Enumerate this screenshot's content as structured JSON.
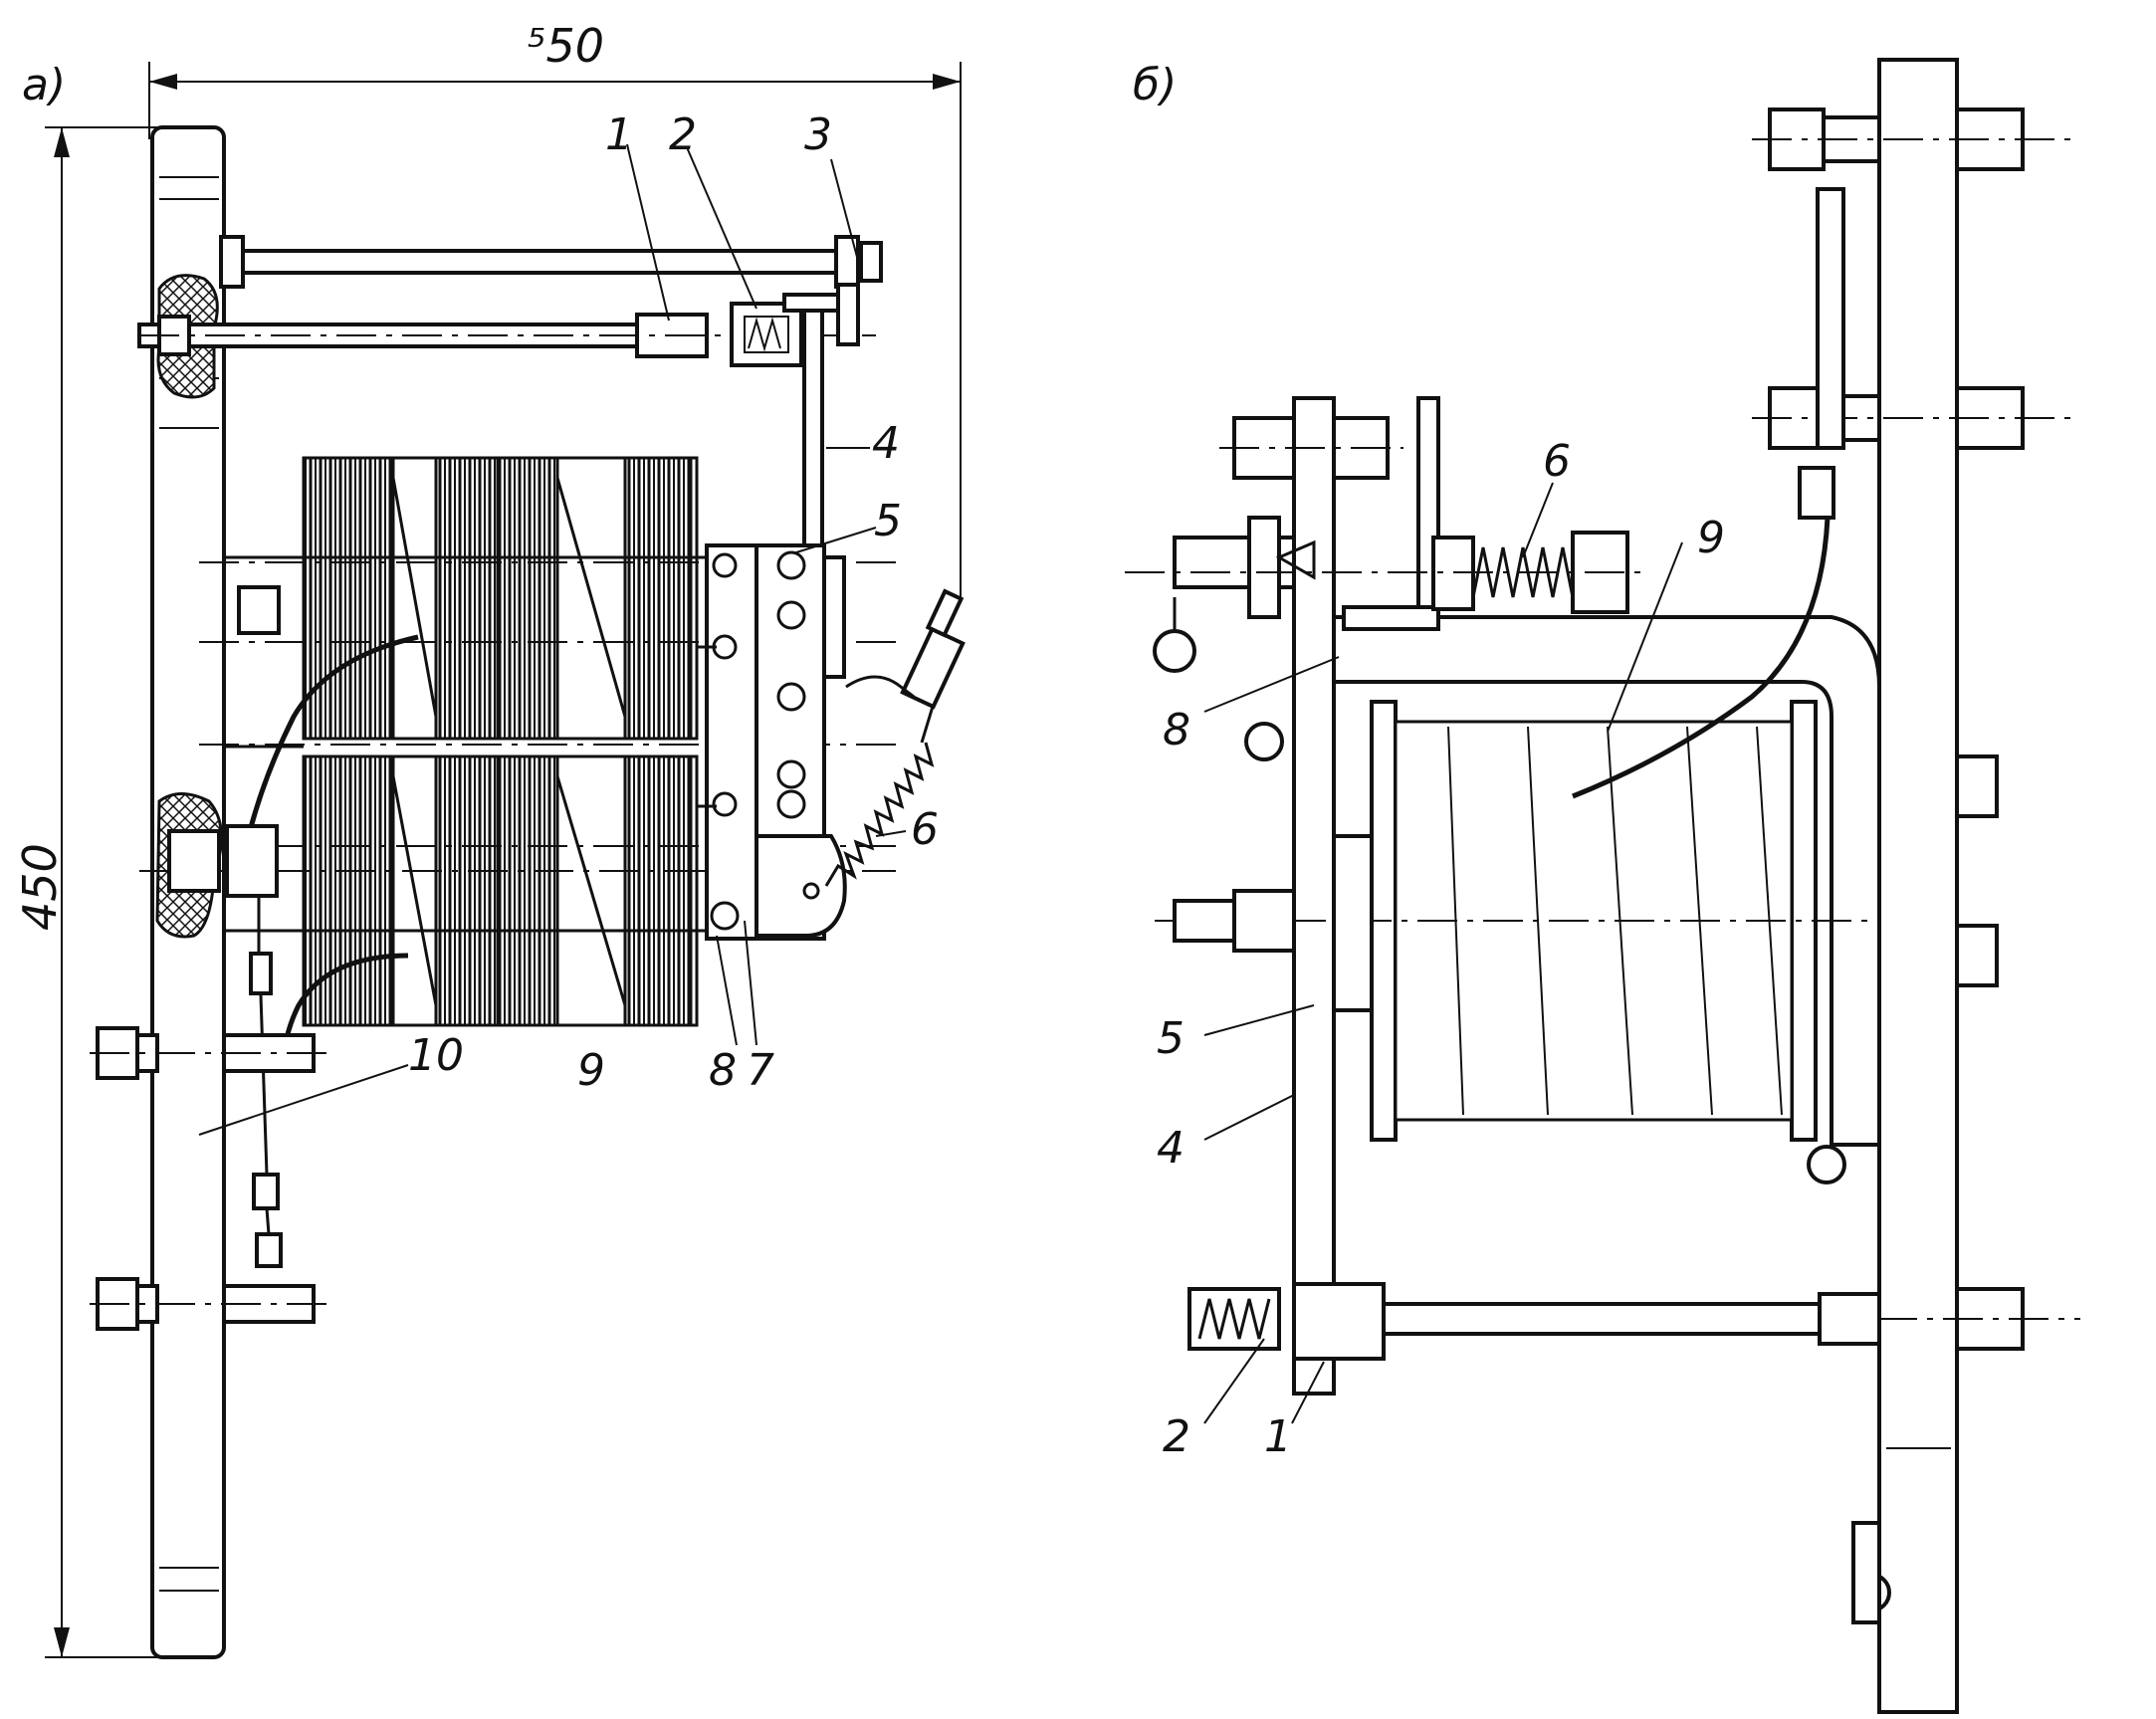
{
  "figure_a": {
    "panel_label": "а)",
    "dim_width": "⁵50",
    "dim_height": "450",
    "labels": {
      "l1": "1",
      "l2": "2",
      "l3": "3",
      "l4": "4",
      "l5": "5",
      "l6": "6",
      "l7": "7",
      "l8": "8",
      "l9": "9",
      "l10": "10"
    }
  },
  "figure_b": {
    "panel_label": "б)",
    "labels": {
      "l1": "1",
      "l2": "2",
      "l4": "4",
      "l5": "5",
      "l6": "6",
      "l8": "8",
      "l9": "9"
    }
  }
}
